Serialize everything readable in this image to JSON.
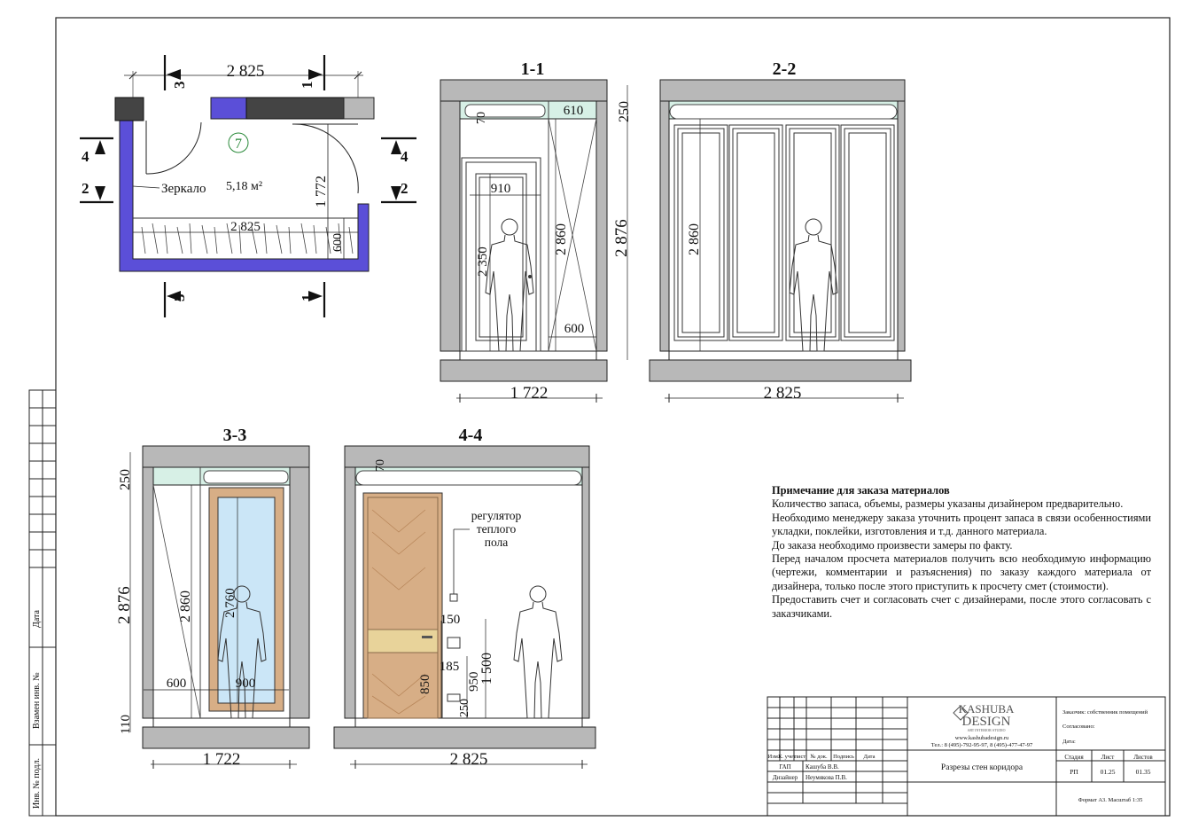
{
  "plan": {
    "width_top": "2 825",
    "cuts": {
      "top_left": "3",
      "top_right": "1",
      "left_upper": "4",
      "left_lower": "2",
      "right_upper": "4",
      "right_lower": "2",
      "bottom_left": "3",
      "bottom_right": "1"
    },
    "room_number": "7",
    "mirror_label": "Зеркало",
    "area": "5,18 м²",
    "inner_width": "2 825",
    "depth": "1 772",
    "wardrobe_depth": "600"
  },
  "sec11": {
    "title": "1-1",
    "top_dim": "70",
    "cabinet_width": "610",
    "ceiling_dim": "250",
    "door_width": "910",
    "door_height": "2 350",
    "cab_height": "2 860",
    "total_height": "2 876",
    "floor_dim": "600",
    "width": "1 722"
  },
  "sec22": {
    "title": "2-2",
    "height": "2 860",
    "width": "2 825"
  },
  "sec33": {
    "title": "3-3",
    "ceiling_dim": "250",
    "total_height": "2 876",
    "cab_height": "2 860",
    "mirror_height": "2 760",
    "cab_depth": "600",
    "mirror_width": "900",
    "floor_dim": "110",
    "width": "1 722"
  },
  "sec44": {
    "title": "4-4",
    "top_dim": "70",
    "regulator": [
      "регулятор",
      "теплого",
      "пола"
    ],
    "d150": "150",
    "d185": "185",
    "d850": "850",
    "d950": "950",
    "d250": "250",
    "d1500": "1 500",
    "width": "2 825"
  },
  "notes": {
    "title": "Примечание для заказа материалов",
    "lines": [
      "Количество запаса, объемы, размеры указаны дизайнером предварительно.",
      "Необходимо менеджеру заказа уточнить процент запаса в связи особенностиями укладки, поклейки, изготовления и т.д. данного материала.",
      "До заказа необходимо произвести замеры по факту.",
      "Перед началом просчета материалов получить всю необходимую информацию (чертежи, комментарии и разъяснения) по заказу каждого материала от дизайнера, только после этого приступить к просчету смет (стоимости).",
      "Предоставить счет и согласовать счет с дизайнерами, после этого согласовать с заказчиками."
    ]
  },
  "stamp": {
    "side_labels": [
      "Дата",
      "Взамен инв. №",
      "Инв. № подл."
    ],
    "logo_top": "KASHUBA",
    "logo_bottom": "DESIGN",
    "logo_tagline": "ART INTERIOR STUDIO",
    "site": "www.kashubadesign.ru",
    "phones": "Тел.: 8 (495)-792-95-97, 8 (495)-477-47-97",
    "customer": "Заказчик: собственник помещений",
    "agreed": "Согласовано:",
    "date_label": "Дата:",
    "cols": [
      "Изм.",
      "К. учет",
      "лист",
      "№ док.",
      "Подпись",
      "Дата"
    ],
    "row_gap": "ГАП",
    "gap_name": "Кашуба В.В.",
    "row_designer": "Дизайнер",
    "designer_name": "Неумякова П.В.",
    "drawing_title": "Разрезы стен коридора",
    "stage_h": "Стадия",
    "sheet_h": "Лист",
    "sheets_h": "Листов",
    "stage": "РП",
    "sheet": "01.25",
    "sheets": "01.35",
    "format": "Формат А3. Масштаб 1:35"
  },
  "colors": {
    "wall_blue": "#5b4fd8",
    "glass": "#d7f0e6",
    "mirror": "#cbe6f7",
    "wood": "#d7ae86",
    "wall_grey": "#b8b8b8"
  }
}
